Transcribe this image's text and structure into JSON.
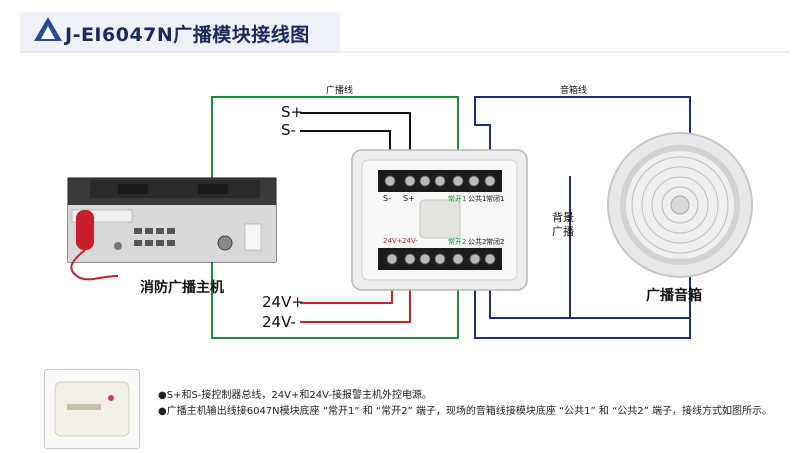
{
  "header": {
    "title": "J-EI6047N广播模块接线图"
  },
  "wires": {
    "broadcast_line_label": "广播线",
    "speaker_line_label": "音箱线",
    "s_plus": "S+",
    "s_minus": "S-",
    "v24_plus": "24V+",
    "v24_minus": "24V-",
    "background_label_line1": "背景",
    "background_label_line2": "广播"
  },
  "devices": {
    "host_label": "消防广播主机",
    "speaker_label": "广播音箱",
    "module_top_terminals": [
      "S-",
      "S+",
      "常开1",
      "公共1",
      "常闭1"
    ],
    "module_bottom_terminals": [
      "24V+",
      "24V-",
      "常开2",
      "公共2",
      "常闭2"
    ]
  },
  "notes": [
    "●S+和S-接控制器总线，24V+和24V-接报警主机外控电源。",
    "●广播主机输出线接6047N模块底座 “常开1” 和 “常开2” 端子，现场的音箱线接模块底座 “公共1” 和 “公共2” 端子，接线方式如图所示。"
  ],
  "colors": {
    "title": "#1a2a5c",
    "green_wire": "#1f8a3a",
    "blue_wire": "#1d2f7a",
    "black_wire": "#111111",
    "red_wire": "#d0202a"
  }
}
